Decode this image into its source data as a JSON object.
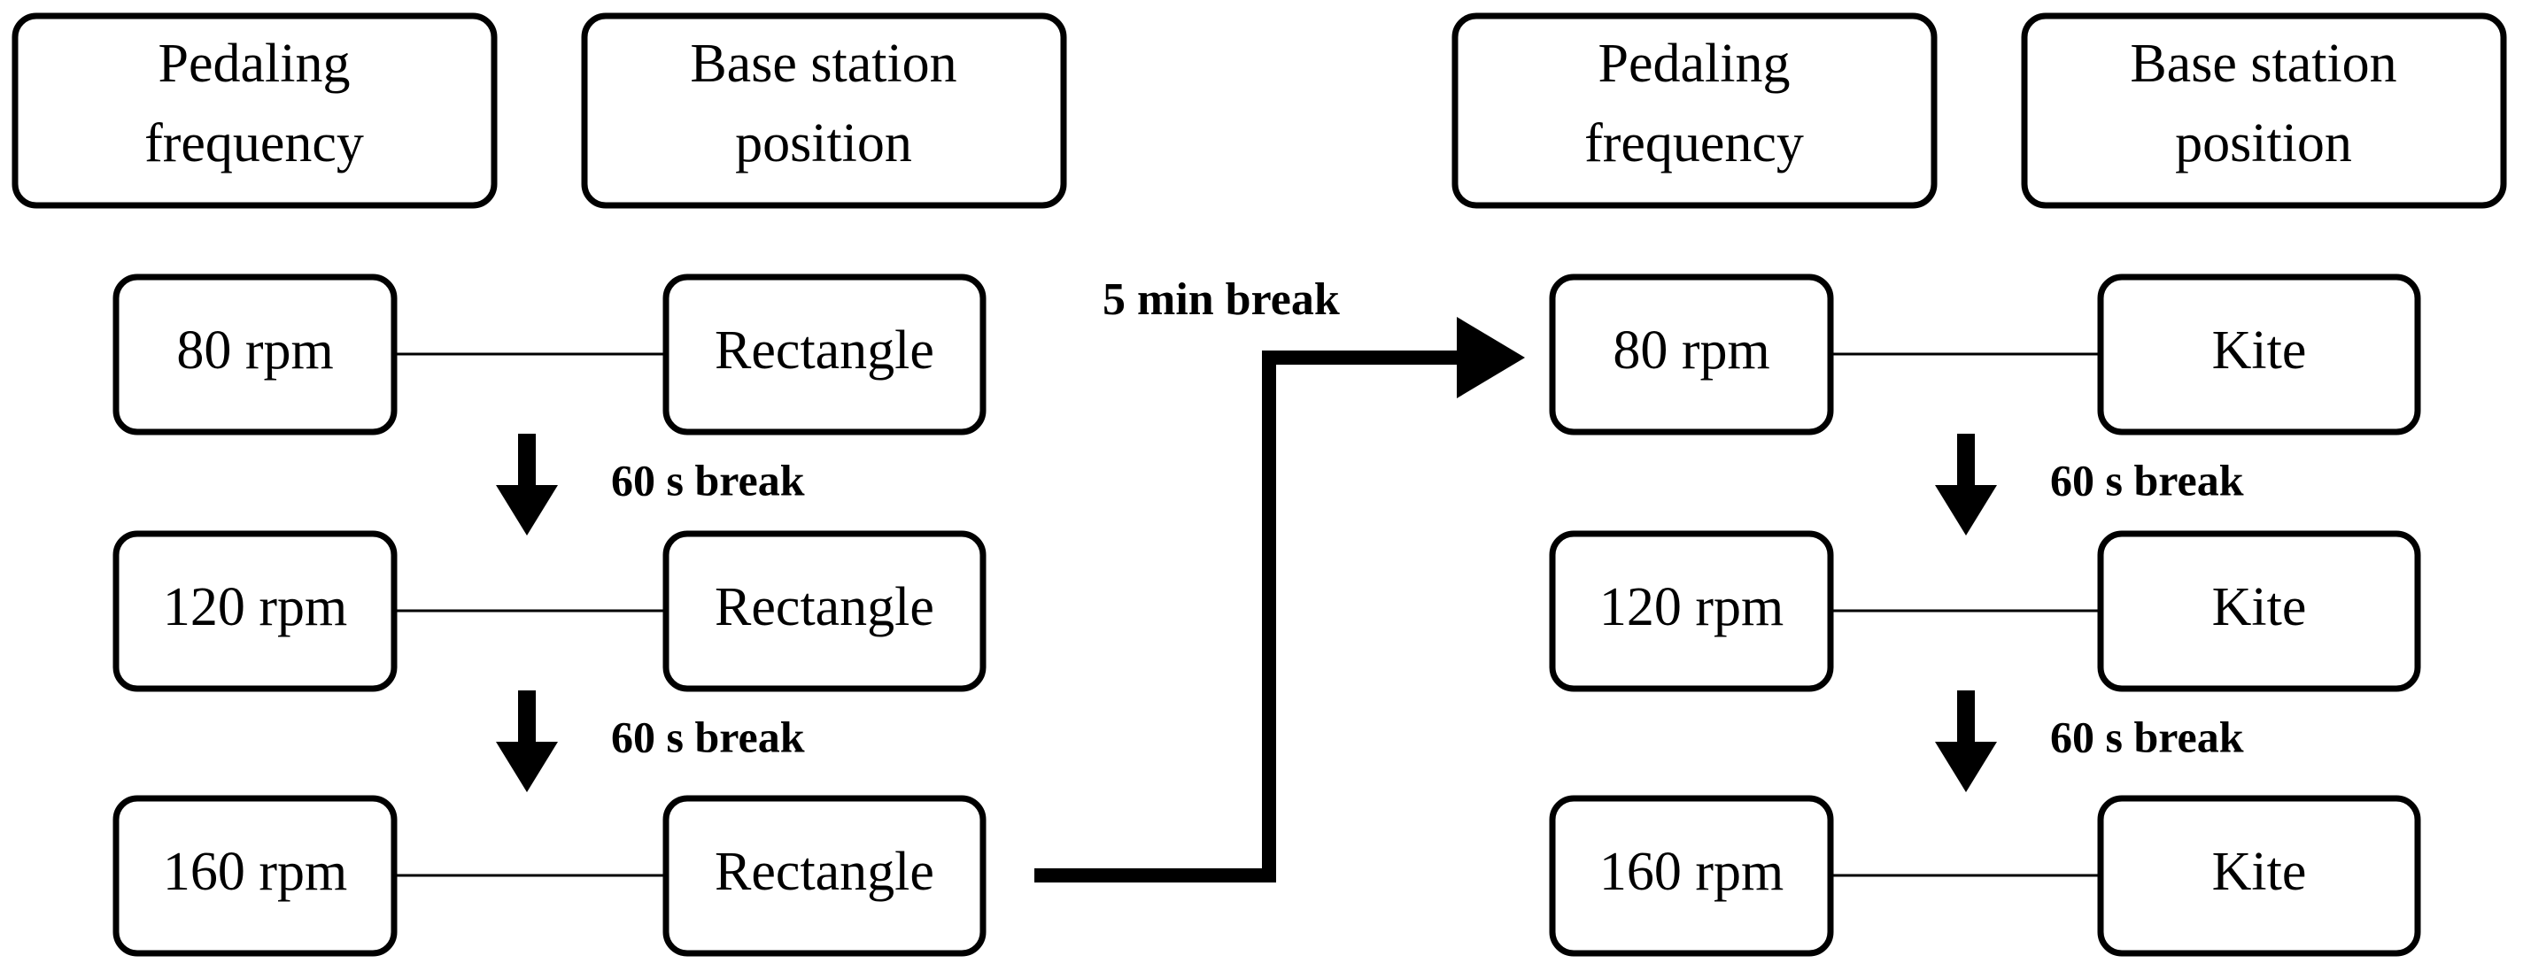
{
  "diagram": {
    "type": "experimental-protocol-flow",
    "background_color": "#ffffff",
    "line_color": "#000000",
    "blocks": [
      {
        "id": "block-left",
        "headers": [
          {
            "id": "header-left-frequency",
            "label": "Pedaling frequency",
            "line1": "Pedaling",
            "line2": "frequency"
          },
          {
            "id": "header-left-position",
            "label": "Base station position",
            "line1": "Base station",
            "line2": "position"
          }
        ],
        "rows": [
          {
            "id": "row-left-1",
            "frequency": "80 rpm",
            "position": "Rectangle"
          },
          {
            "id": "row-left-2",
            "frequency": "120 rpm",
            "position": "Rectangle"
          },
          {
            "id": "row-left-3",
            "frequency": "160 rpm",
            "position": "Rectangle"
          }
        ],
        "row_breaks": [
          {
            "id": "break-left-1",
            "label": "60 s break"
          },
          {
            "id": "break-left-2",
            "label": "60 s break"
          }
        ]
      },
      {
        "id": "block-right",
        "headers": [
          {
            "id": "header-right-frequency",
            "label": "Pedaling frequency",
            "line1": "Pedaling",
            "line2": "frequency"
          },
          {
            "id": "header-right-position",
            "label": "Base station position",
            "line1": "Base station",
            "line2": "position"
          }
        ],
        "rows": [
          {
            "id": "row-right-1",
            "frequency": "80 rpm",
            "position": "Kite"
          },
          {
            "id": "row-right-2",
            "frequency": "120 rpm",
            "position": "Kite"
          },
          {
            "id": "row-right-3",
            "frequency": "160 rpm",
            "position": "Kite"
          }
        ],
        "row_breaks": [
          {
            "id": "break-right-1",
            "label": "60 s break"
          },
          {
            "id": "break-right-2",
            "label": "60 s break"
          }
        ]
      }
    ],
    "block_transition": {
      "id": "transition-five-min",
      "label": "5 min break",
      "from": "row-left-3-position",
      "to": "row-right-1-frequency"
    }
  }
}
